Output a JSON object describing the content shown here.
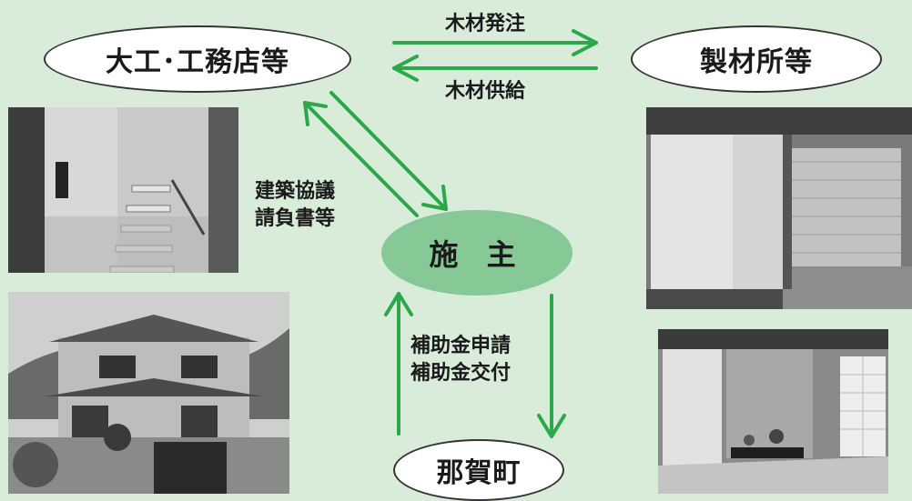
{
  "nodes": {
    "contractor": "大工･工務店等",
    "sawmill": "製材所等",
    "owner": "施 主",
    "town": "那賀町"
  },
  "edges": {
    "order": "木材発注",
    "supply": "木材供給",
    "contract_line1": "建築協議",
    "contract_line2": "請負書等",
    "subsidy_line1": "補助金申請",
    "subsidy_line2": "補助金交付"
  },
  "colors": {
    "background": "#d9ecd9",
    "arrow": "#2aa84a",
    "owner_fill": "#86c996"
  }
}
